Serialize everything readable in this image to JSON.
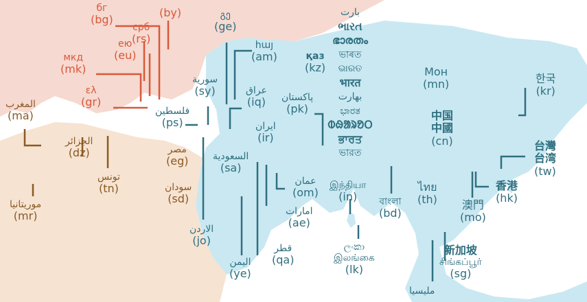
{
  "colors": {
    "europe_land": "#f6d9d0",
    "africa_land": "#f6e3d2",
    "asia_land": "#c9e8f2",
    "sea": "#ffffff",
    "europe_text": "#d9583b",
    "africa_text": "#8a5a23",
    "asia_text": "#2f6f7f"
  },
  "europe": {
    "bg": {
      "native": "бг",
      "code": "(bg)"
    },
    "by": {
      "native": "",
      "code": "(by)"
    },
    "rs": {
      "native": "срб",
      "code": "(rs)"
    },
    "eu": {
      "native": "ею",
      "code": "(eu)"
    },
    "mk": {
      "native": "мкд",
      "code": "(mk)"
    },
    "gr": {
      "native": "ελ",
      "code": "(gr)"
    }
  },
  "africa": {
    "ma": {
      "native": "المغرب",
      "code": "(ma)"
    },
    "dz": {
      "native": "الجزائر",
      "code": "(dz)"
    },
    "tn": {
      "native": "تونس",
      "code": "(tn)"
    },
    "mr": {
      "native": "موريتانيا",
      "code": "(mr)"
    },
    "eg": {
      "native": "مصر",
      "code": "(eg)"
    },
    "sd": {
      "native": "سودان",
      "code": "(sd)"
    }
  },
  "asia": {
    "ge": {
      "native": "გე",
      "code": "(ge)"
    },
    "am": {
      "native": "հայ",
      "code": "(am)"
    },
    "sy": {
      "native": "سورية",
      "code": "(sy)"
    },
    "iq": {
      "native": "عراق",
      "code": "(iq)"
    },
    "ps": {
      "native": "فلسطين",
      "code": "(ps)"
    },
    "ir": {
      "native": "ایران",
      "code": "(ir)"
    },
    "sa": {
      "native": "السعودية",
      "code": "(sa)"
    },
    "jo": {
      "native": "الاردن",
      "code": "(jo)"
    },
    "ye": {
      "native": "اليمن",
      "code": "(ye)"
    },
    "qa": {
      "native": "قطر",
      "code": "(qa)"
    },
    "ae": {
      "native": "امارات",
      "code": "(ae)"
    },
    "om": {
      "native": "عمان",
      "code": "(om)"
    },
    "kz": {
      "native": "қаз",
      "code": "(kz)"
    },
    "pk": {
      "native": "پاکستان",
      "code": "(pk)"
    },
    "in": {
      "native": "இந்தியா",
      "code": "(in)"
    },
    "bd": {
      "native": "বাংলা",
      "code": "(bd)"
    },
    "lk": {
      "native": "ලංකා",
      "native2": "இலங்கை",
      "code": "(lk)"
    },
    "mn": {
      "native": "Мон",
      "code": "(mn)"
    },
    "cn": {
      "native": "中国",
      "native2": "中國",
      "code": "(cn)"
    },
    "th": {
      "native": "ไทย",
      "code": "(th)"
    },
    "my": {
      "native": "مليسيا",
      "code": ""
    },
    "sg": {
      "native": "新加坡",
      "native2": "சிங்கப்பூர்",
      "code": "(sg)"
    },
    "mo": {
      "native": "澳門",
      "code": "(mo)"
    },
    "hk": {
      "native": "香港",
      "code": "(hk)"
    },
    "tw": {
      "native": "台灣",
      "native2": "台湾",
      "code": "(tw)"
    },
    "kr": {
      "native": "한국",
      "code": "(kr)"
    }
  },
  "india_scripts": [
    "بارت",
    "ભારત",
    "ഭാരതം",
    "ভাৰত",
    "ଭାରତ",
    "भारत",
    "بھارت",
    "ಭಾರತ",
    "ᱵᱷᱟᱨᱚᱛ",
    "ਭਾਰਤ",
    "ভারত"
  ]
}
